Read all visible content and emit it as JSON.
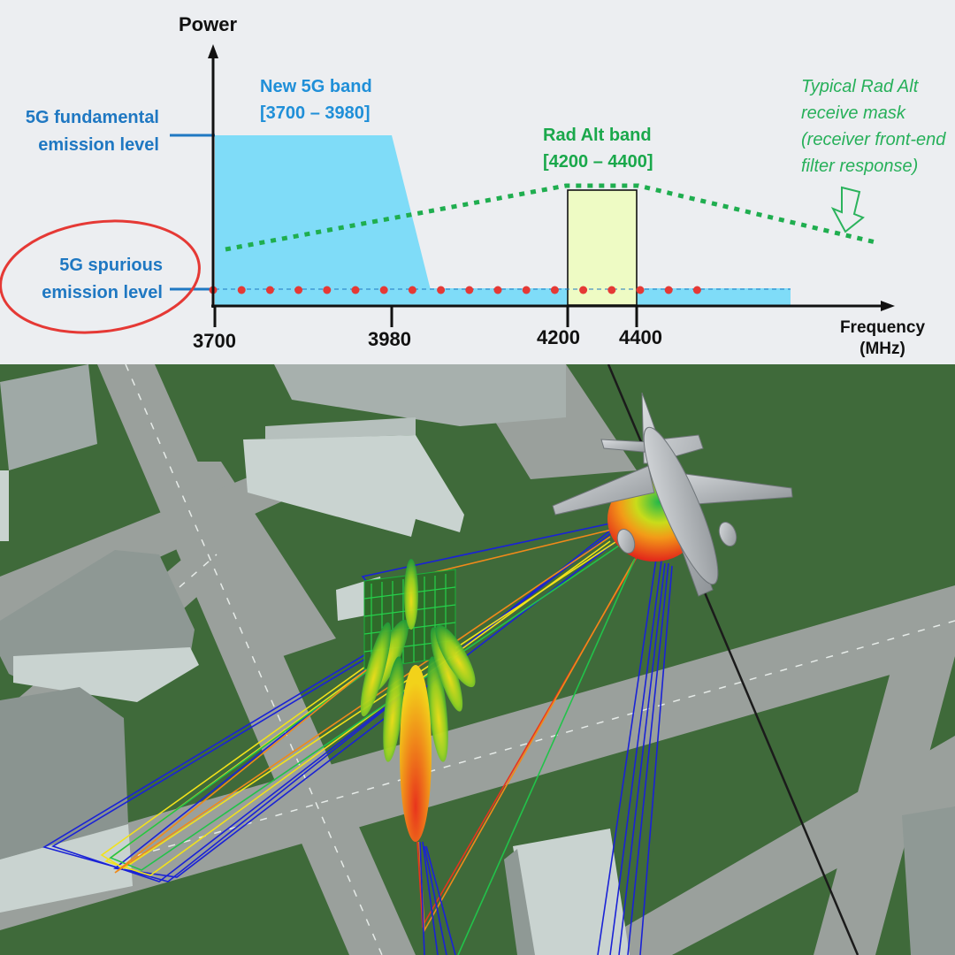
{
  "diagram": {
    "y_axis_label": "Power",
    "x_axis_label_line1": "Frequency",
    "x_axis_label_line2": "(MHz)",
    "fundamental_label_line1": "5G fundamental",
    "fundamental_label_line2": "emission level",
    "spurious_label_line1": "5G spurious",
    "spurious_label_line2": "emission level",
    "new_band_label_line1": "New 5G band",
    "new_band_label_line2": "[3700 – 3980]",
    "rad_alt_label_line1": "Rad Alt band",
    "rad_alt_label_line2": "[4200 – 4400]",
    "mask_label_line1": "Typical Rad Alt",
    "mask_label_line2": "receive mask",
    "mask_label_line3": "(receiver front-end",
    "mask_label_line4": "filter response)",
    "ticks": [
      "3700",
      "3980",
      "4200",
      "4400"
    ],
    "colors": {
      "band_fill": "#7fdcf8",
      "rad_alt_fill": "#eefbc4",
      "mask_line": "#1fae4f",
      "spurious_dots": "#e53935",
      "highlight_circle": "#e53935",
      "label_blue": "#1f78c2",
      "label_green": "#1aa84b"
    }
  },
  "simulation": {
    "ground_color": "#3f6a3a",
    "road_color": "#9aa09c",
    "building_color": "#c9d3d0",
    "ray_colors": [
      "#1a22d6",
      "#f2e21a",
      "#f08a1a",
      "#22c24a",
      "#e8341c"
    ],
    "icons": [
      "aircraft-icon",
      "antenna-array-icon",
      "radiation-pattern-icon"
    ]
  }
}
